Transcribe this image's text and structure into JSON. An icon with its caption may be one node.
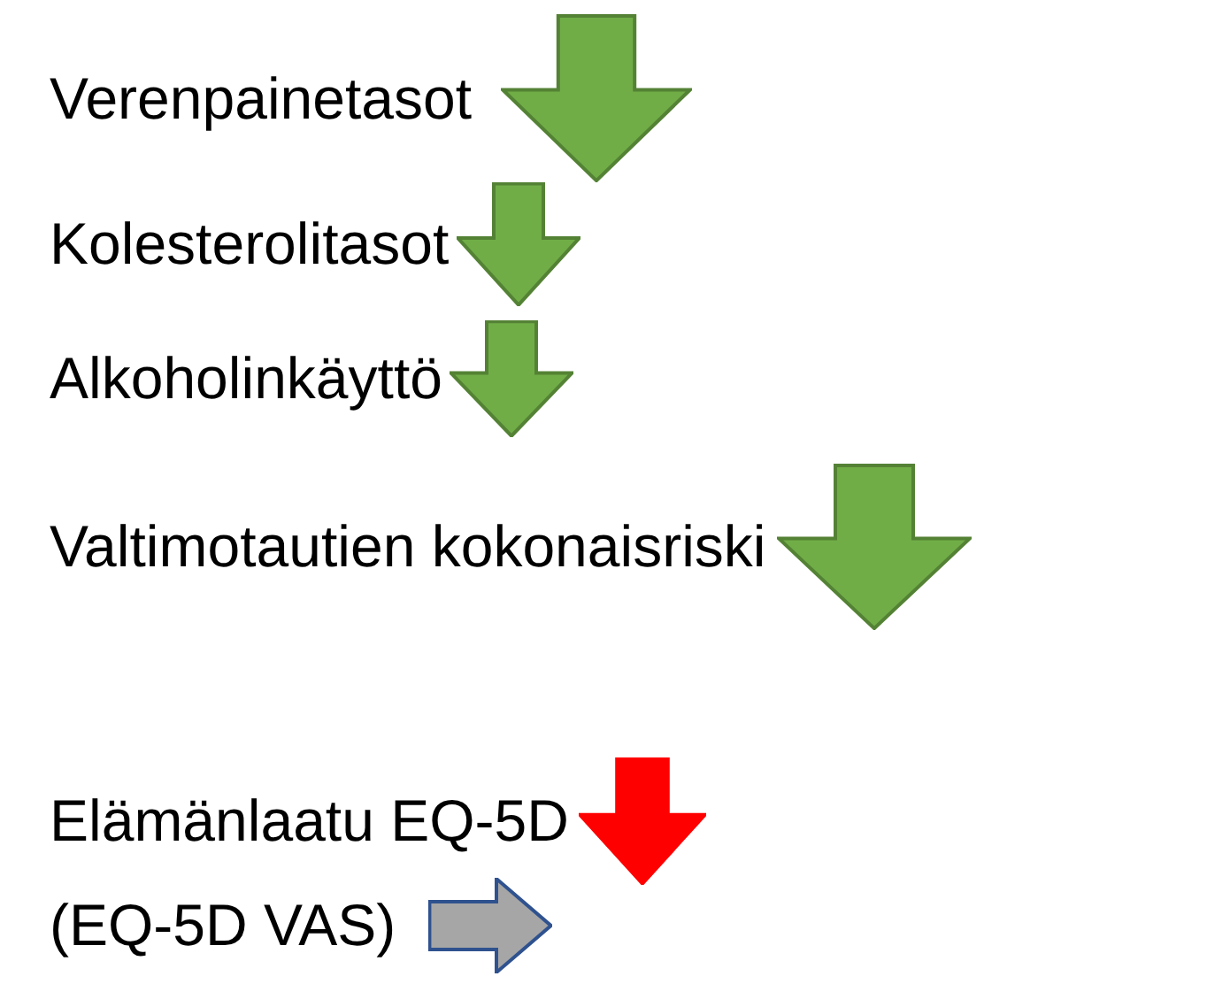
{
  "diagram": {
    "labels": [
      "Verenpainetasot",
      "Kolesterolitasot",
      "Alkoholinkäyttö",
      "Valtimotautien kokonaisriski",
      "Elämänlaatu EQ-5D",
      "(EQ-5D VAS)"
    ]
  }
}
